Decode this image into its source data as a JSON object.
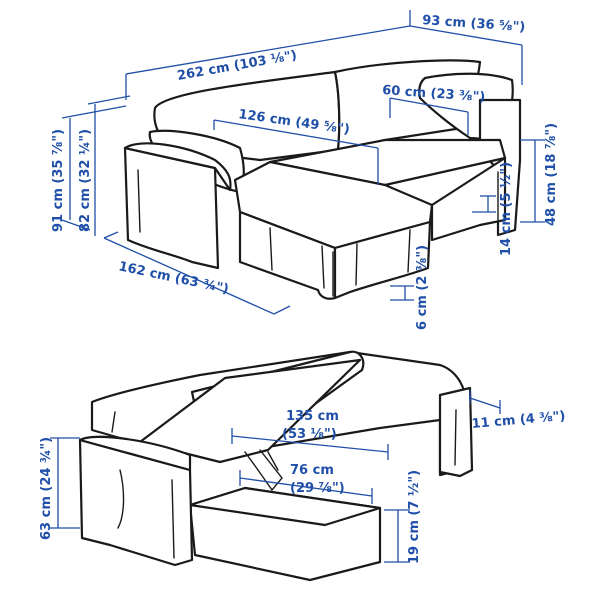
{
  "colors": {
    "dimension": "#1f4fa8",
    "outline": "#1a1a1a",
    "background": "#ffffff"
  },
  "labels": {
    "width_total": "262 cm (103 ⅛\")",
    "depth_total": "93 cm (36 ⅝\")",
    "chaise_depth": "60 cm (23 ⅜\")",
    "chaise_length": "126 cm (49 ⅝\")",
    "height_total": "91 cm (35 ⅞\")",
    "back_height": "82 cm (32 ¼\")",
    "seat_height": "48 cm (18 ⅞\")",
    "seat_cushion": "14 cm (5 ½\")",
    "chaise_width": "162 cm (63 ¾\")",
    "leg_height": "6 cm (2 ⅜\")",
    "bed_height_side": "63 cm (24 ¾\")",
    "arm_width": "11 cm (4 ⅜\")",
    "storage_length_value": "135 cm",
    "storage_length_imperial": "(53 ⅛\")",
    "storage_depth_value": "76 cm",
    "storage_depth_imperial": "(29 ⅞\")",
    "storage_height": "19 cm (7 ½\")"
  }
}
